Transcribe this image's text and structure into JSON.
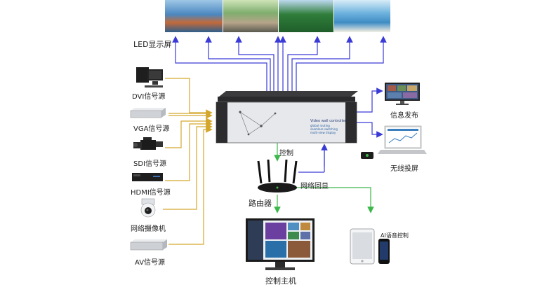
{
  "led_wall": {
    "label": "LED显示屏",
    "colors": [
      "#3c7fbf",
      "#6aa86b",
      "#2e7a35",
      "#5aa6d8"
    ]
  },
  "controller": {
    "panel_title": "Video wall controller",
    "panel_lines": [
      "global routing",
      "seamless switching",
      "multi-view display"
    ]
  },
  "sources": [
    {
      "label": "DVI信号源",
      "icon": "desktop-pc-icon"
    },
    {
      "label": "VGA信号源",
      "icon": "vga-box-icon"
    },
    {
      "label": "SDI信号源",
      "icon": "camcorder-icon"
    },
    {
      "label": "HDMI信号源",
      "icon": "hdmi-box-icon"
    },
    {
      "label": "网络摄像机",
      "icon": "dome-camera-icon"
    },
    {
      "label": "AV信号源",
      "icon": "av-box-icon"
    }
  ],
  "right_devices": [
    {
      "label": "信息发布",
      "icon": "monitor-icon"
    },
    {
      "label": "无线投屏",
      "icon": "laptop-icon"
    }
  ],
  "router": {
    "label": "路由器"
  },
  "links": {
    "control": "控制",
    "echo": "网络回显"
  },
  "control_host": {
    "label": "控制主机"
  },
  "ai": {
    "label": "AI语音控制"
  },
  "colors": {
    "gold": "#d4a72c",
    "blue": "#3a3ad6",
    "green": "#3cb84a"
  }
}
